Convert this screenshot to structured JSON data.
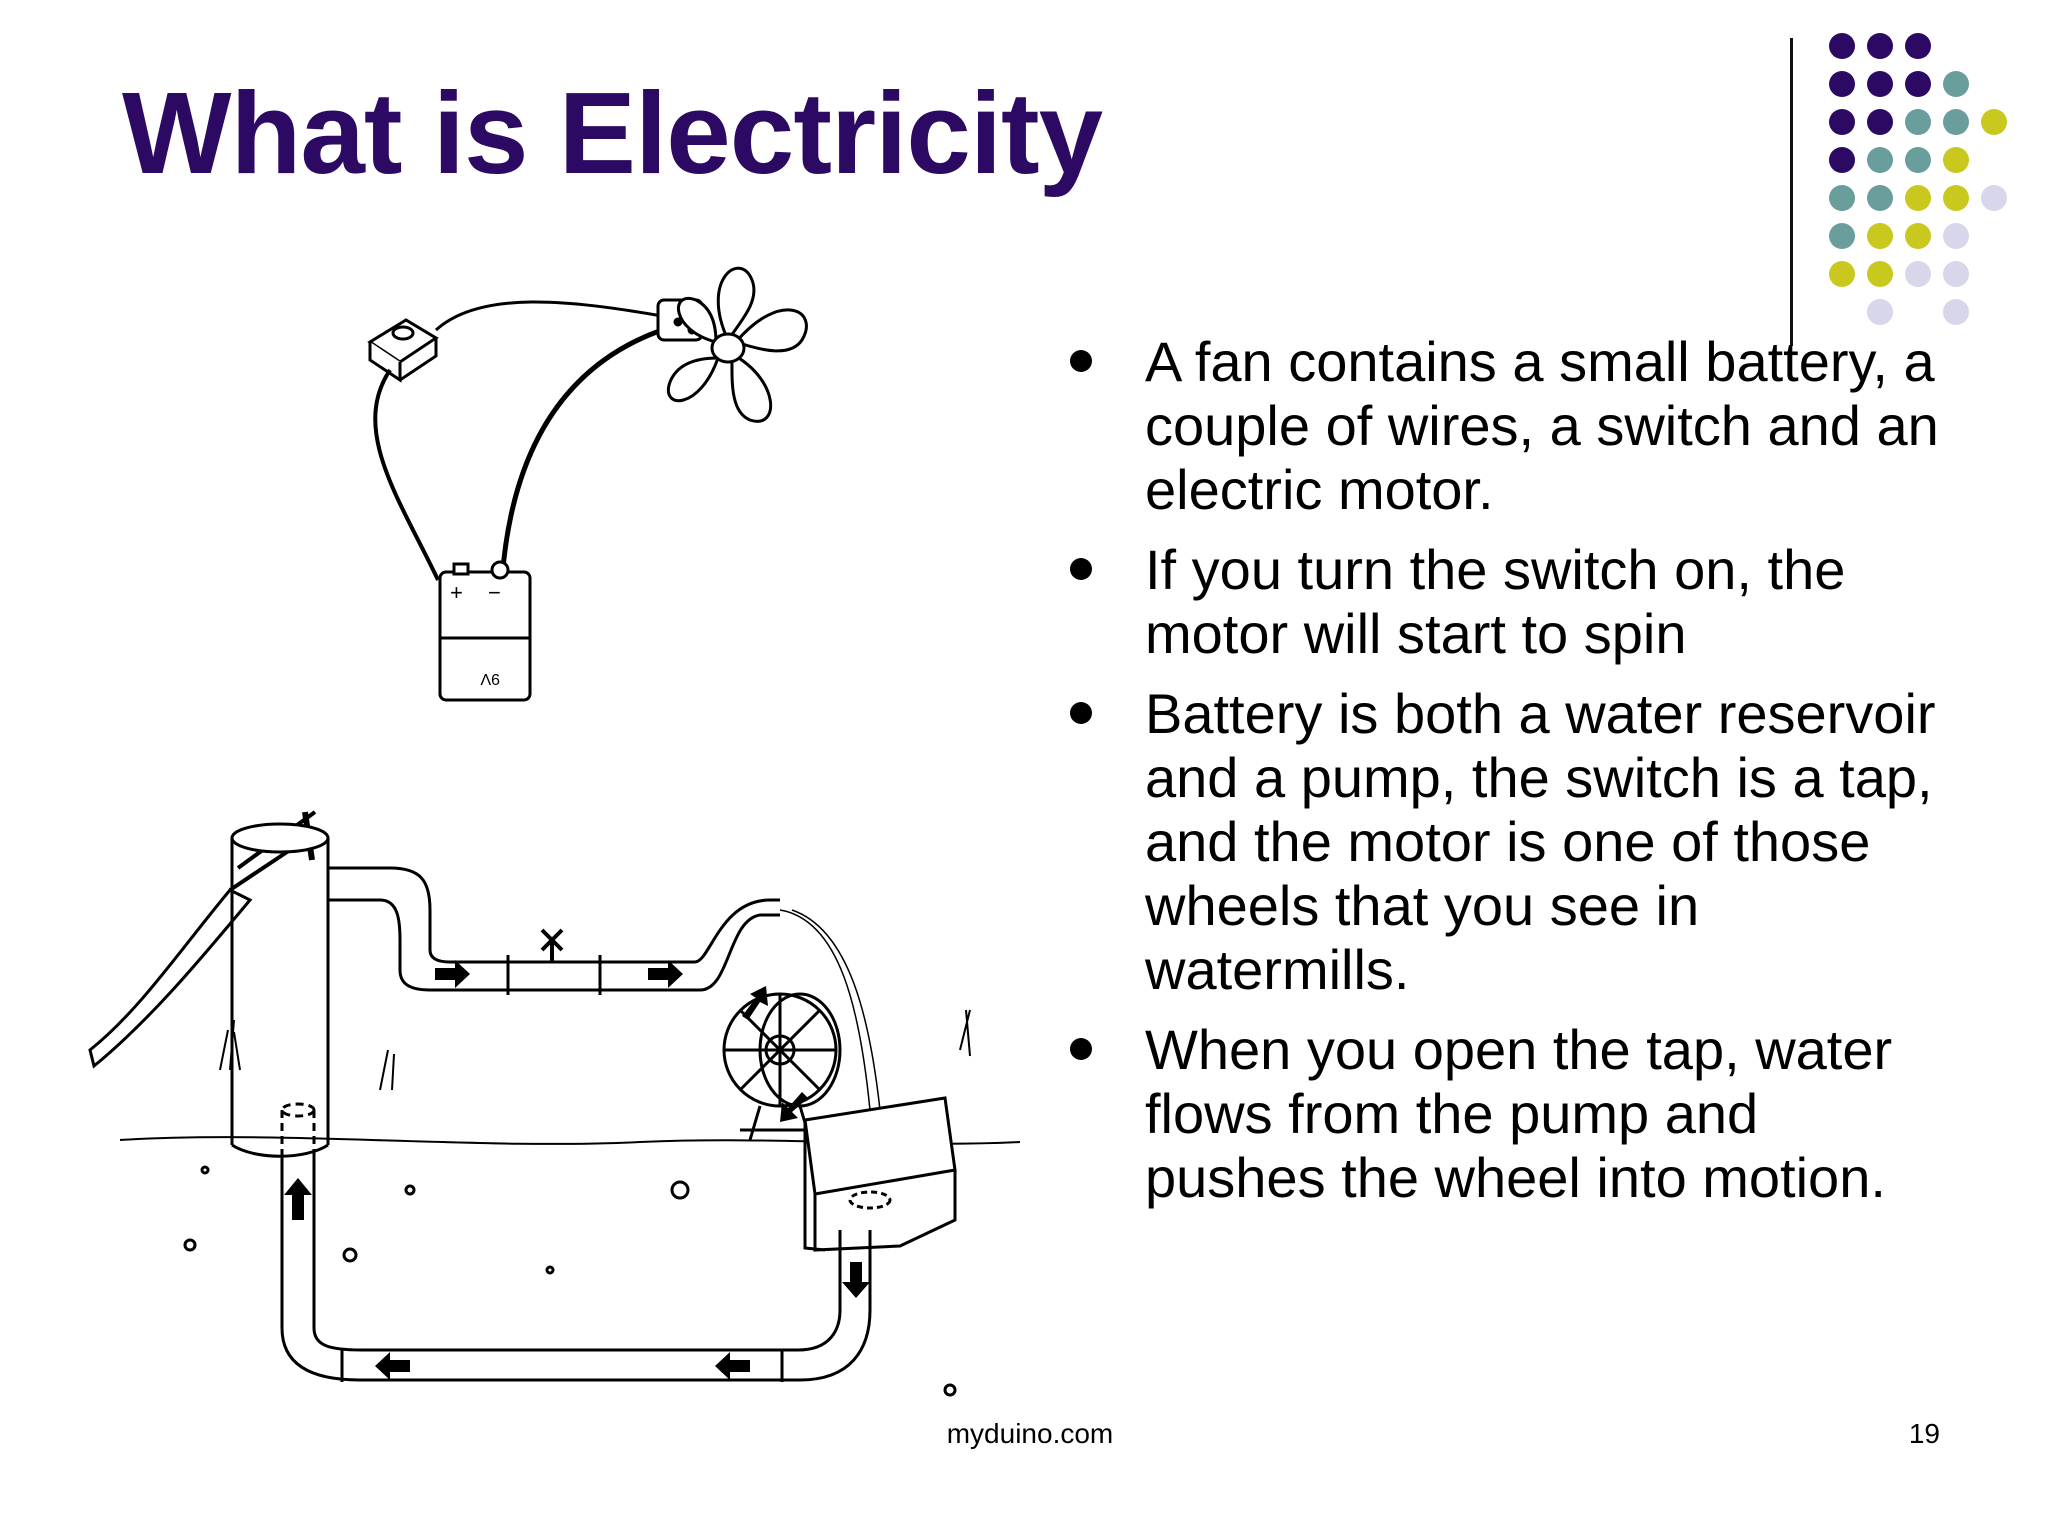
{
  "slide": {
    "title": "What is Electricity",
    "bullets": [
      "A fan contains a small battery, a couple of wires, a switch and an electric motor.",
      "If you turn the switch on, the motor will start to spin",
      "Battery is both a water reservoir and a pump, the switch is a tap, and the motor is one of those wheels that you see in watermills.",
      "When you open the tap, water flows from the pump and pushes the wheel into motion."
    ],
    "footer": "myduino.com",
    "page_number": "19",
    "battery_label": "9V"
  },
  "colors": {
    "title": "#2c0a63",
    "dot_purple": "#2c0a63",
    "dot_teal": "#6a9e9c",
    "dot_yellow": "#c8c81e",
    "dot_lavender": "#d8d6ea"
  },
  "icons": {
    "decoration": "dot-grid-icon",
    "fan_circuit": "fan-circuit-illustration-icon",
    "water_circuit": "water-pump-circuit-illustration-icon"
  }
}
